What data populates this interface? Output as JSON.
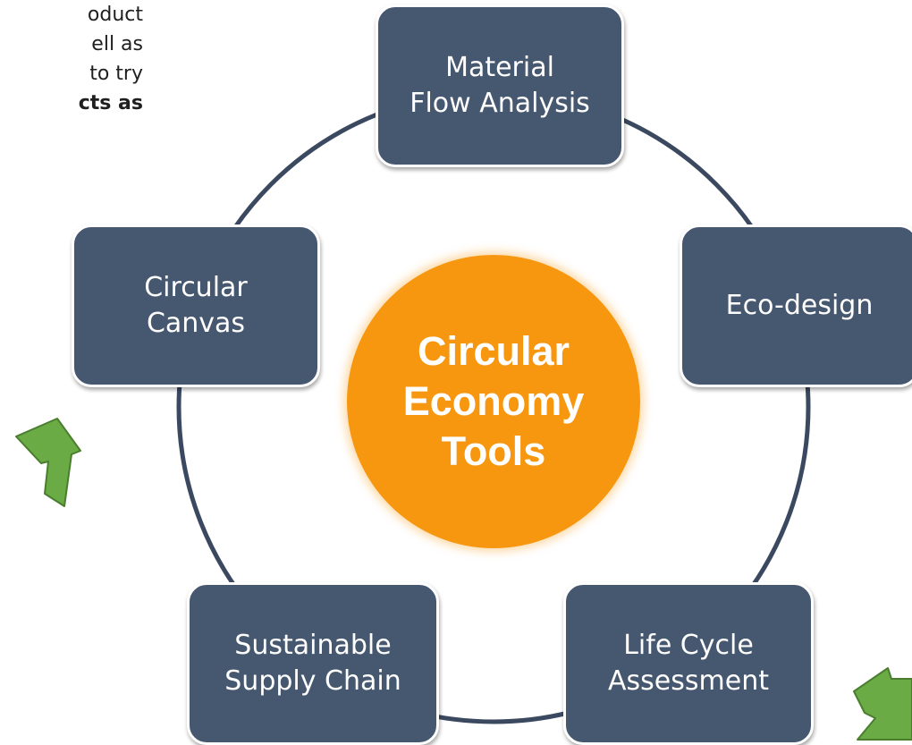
{
  "cut_text": {
    "lines": [
      "oduct",
      "ell as",
      "to try",
      "cts as"
    ]
  },
  "center": {
    "lines": [
      "Circular",
      "Economy",
      "Tools"
    ],
    "color": "#f7970f"
  },
  "nodes": {
    "material": {
      "line1": "Material",
      "line2": "Flow Analysis"
    },
    "eco": {
      "line1": "Eco-design"
    },
    "lca": {
      "line1": "Life Cycle",
      "line2": "Assessment"
    },
    "supply": {
      "line1": "Sustainable",
      "line2": "Supply Chain"
    },
    "canvas": {
      "line1": "Circular",
      "line2": "Canvas"
    }
  },
  "colors": {
    "node_fill": "#465770",
    "ring": "#3b4960",
    "arrow": "#6aab45"
  },
  "icons": [
    "green-arrow-icon",
    "green-arrow-icon"
  ]
}
